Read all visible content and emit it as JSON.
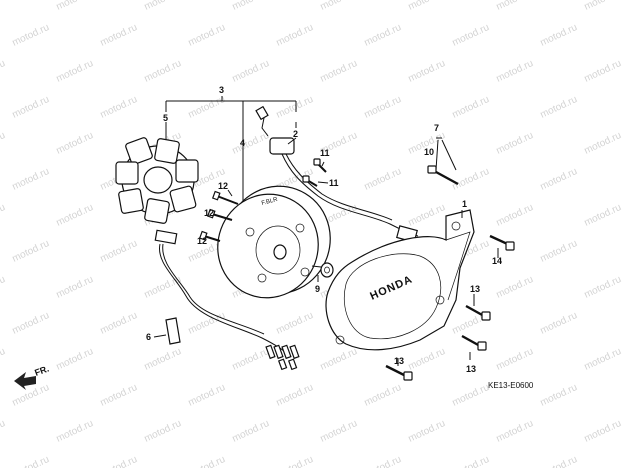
{
  "watermark": "motod.ru",
  "code": "KE13-E0600",
  "direction": "FR.",
  "brand": "HONDA",
  "flywheel_mark": "F.BLR",
  "callouts": {
    "c1": "1",
    "c2": "2",
    "c3": "3",
    "c4": "4",
    "c5": "5",
    "c6": "6",
    "c7": "7",
    "c9": "9",
    "c10": "10",
    "c11a": "11",
    "c11b": "11",
    "c12a": "12",
    "c12b": "12",
    "c12c": "12",
    "c13a": "13",
    "c13b": "13",
    "c13c": "13",
    "c14": "14"
  }
}
